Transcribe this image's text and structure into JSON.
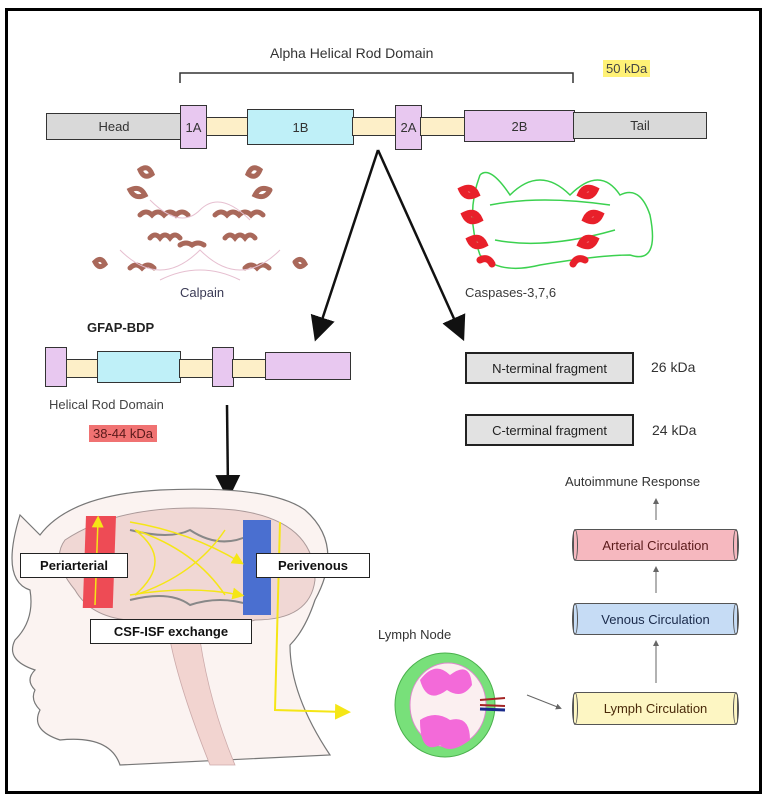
{
  "domain_header": {
    "rod_domain_label": "Alpha Helical Rod Domain",
    "full_size_label": "50 kDa"
  },
  "gfap_structure": {
    "segments": [
      {
        "id": "head",
        "label": "Head"
      },
      {
        "id": "1A",
        "label": "1A"
      },
      {
        "id": "1B",
        "label": "1B"
      },
      {
        "id": "2A",
        "label": "2A"
      },
      {
        "id": "2B",
        "label": "2B"
      },
      {
        "id": "tail",
        "label": "Tail"
      }
    ]
  },
  "proteases": {
    "calpain_label": "Calpain",
    "caspases_label": "Caspases-3,7,6"
  },
  "calpain_product": {
    "title": "GFAP-BDP",
    "subtitle": "Helical Rod Domain",
    "size_label": "38-44 kDa"
  },
  "caspase_products": {
    "fragments": [
      {
        "label": "N-terminal fragment",
        "size": "26 kDa"
      },
      {
        "label": "C-terminal fragment",
        "size": "24 kDa"
      }
    ]
  },
  "brain_panel": {
    "periarterial_label": "Periarterial",
    "perivenous_label": "Perivenous",
    "exchange_label": "CSF-ISF exchange"
  },
  "lymph_node_label": "Lymph Node",
  "circulation_flow": {
    "end_label": "Autoimmune Response",
    "stages": [
      {
        "label": "Arterial Circulation"
      },
      {
        "label": "Venous Circulation"
      },
      {
        "label": "Lymph Circulation"
      }
    ]
  },
  "colors": {
    "head_tail": "#d9d9d9",
    "coil_A": "#e8c8f0",
    "coil_1B": "#bff0f8",
    "linker": "#fdefc8",
    "kda_yellow": "#fff176",
    "kda_red": "#f07272",
    "arterial": "#f6b8bf",
    "venous": "#c6dcf5",
    "lymph": "#fdf6c3"
  }
}
